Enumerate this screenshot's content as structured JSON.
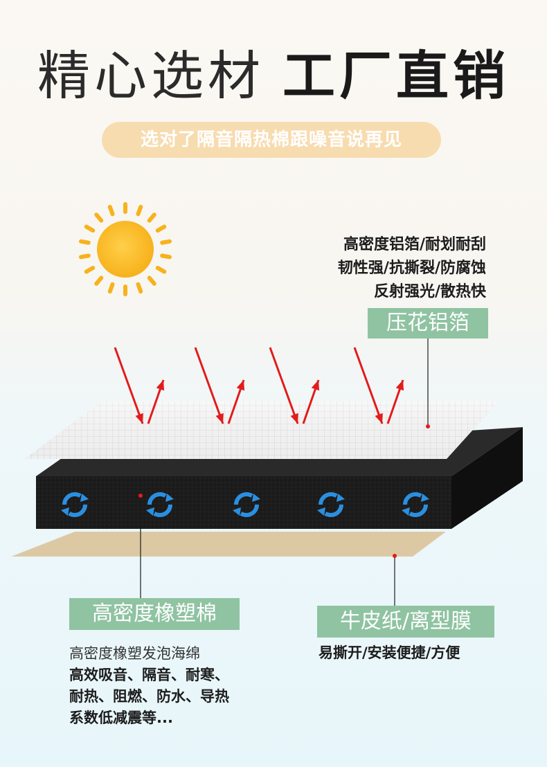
{
  "heading": {
    "light": "精心选材",
    "bold": "工厂直销"
  },
  "subtitle": "选对了隔音隔热棉跟噪音说再见",
  "top_layer": {
    "features": [
      "高密度铝箔/耐划耐刮",
      "韧性强/抗撕裂/防腐蚀",
      "反射强光/散热快"
    ],
    "tag": "压花铝箔"
  },
  "middle_layer": {
    "tag": "高密度橡塑棉",
    "subtitle": "高密度橡塑发泡海绵",
    "features": [
      "高效吸音、隔音、耐寒、",
      "耐热、阻燃、防水、导热",
      "系数低减震等..."
    ]
  },
  "bottom_layer": {
    "tag": "牛皮纸/离型膜",
    "features": [
      "易撕开/安装便捷/方便"
    ]
  },
  "colors": {
    "tag_bg": "#8fc3a2",
    "pill_bg": "#f7dcb0",
    "sun": "#f7b21c",
    "arrow": "#e31b1b",
    "kraft": "#dcc9a4",
    "foam": "#1b1b1b",
    "cycle_icon": "#2b8fe0"
  },
  "icons": [
    "sun-icon",
    "heat-arrow-icon",
    "recycle-icon"
  ]
}
